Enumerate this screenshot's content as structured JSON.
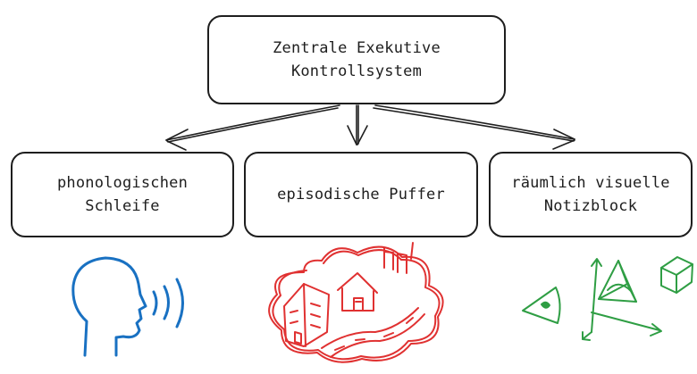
{
  "central": {
    "line1": "Zentrale Exekutive",
    "line2": "Kontrollsystem"
  },
  "components": {
    "left": {
      "line1": "phonologischen",
      "line2": "Schleife"
    },
    "mid": {
      "line1": "episodische Puffer"
    },
    "right": {
      "line1": "räumlich visuelle",
      "line2": "Notizblock"
    }
  },
  "colors": {
    "stroke": "#1e1e1e",
    "blue": "#1971c2",
    "red": "#e03131",
    "green": "#2f9e44"
  },
  "icons": [
    "speaking-head-icon",
    "memory-cloud-house-icon",
    "eye-3d-shapes-icon"
  ]
}
